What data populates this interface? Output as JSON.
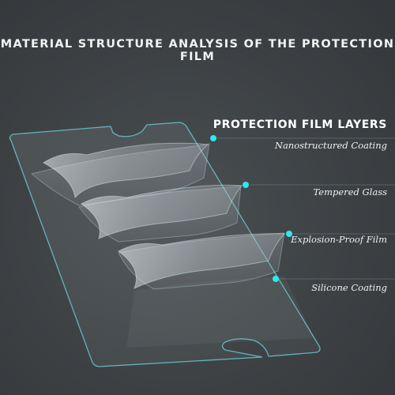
{
  "title": "MATERIAL STRUCTURE ANALYSIS OF THE PROTECTION FILM",
  "heading": "PROTECTION FILM LAYERS",
  "layers": [
    {
      "label": "Nanostructured Coating"
    },
    {
      "label": "Tempered Glass"
    },
    {
      "label": "Explosion-Proof Film"
    },
    {
      "label": "Silicone Coating"
    }
  ],
  "colors": {
    "background": "#3e4245",
    "accent": "#2ee8f0",
    "text": "#f2f2f2"
  }
}
